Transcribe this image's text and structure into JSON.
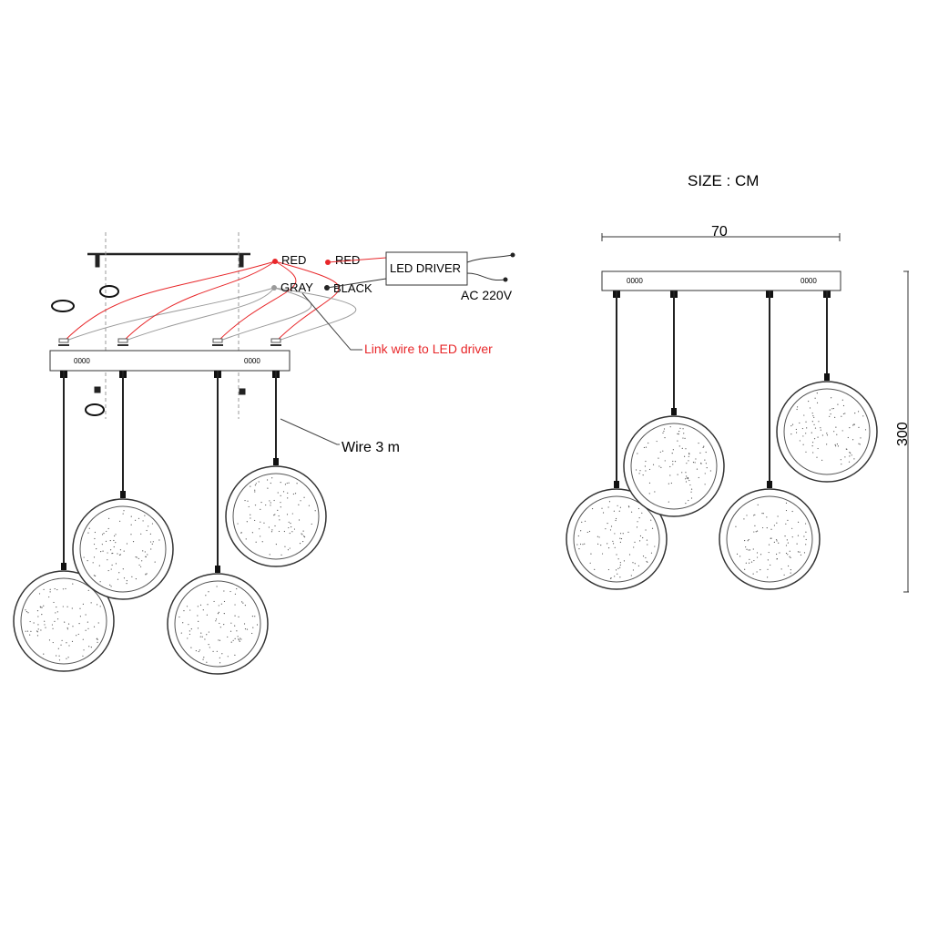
{
  "title": "SIZE : CM",
  "labels": {
    "red": "RED",
    "gray": "GRAY",
    "driver_red": "RED",
    "driver_black": "BLACK",
    "led_driver": "LED DRIVER",
    "ac": "AC 220V",
    "link": "Link wire to LED driver",
    "wire": "Wire 3 m",
    "canopy_marks": "0000"
  },
  "dimensions": {
    "width": "70",
    "height": "300"
  },
  "colors": {
    "red": "#e8272a",
    "gray": "#9a9a9a",
    "line": "#222222"
  }
}
